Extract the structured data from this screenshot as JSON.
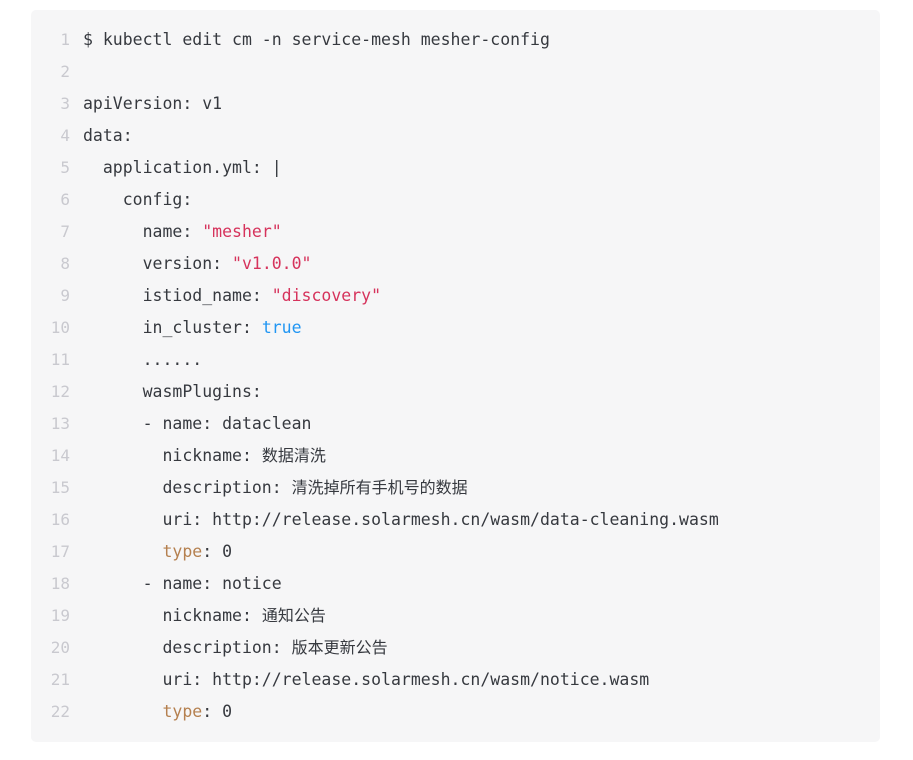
{
  "code_block": {
    "language": "yaml",
    "background_color": "#f6f6f7",
    "text_color": "#36393f",
    "line_number_color": "#c9c9cf",
    "token_colors": {
      "string": "#d6335c",
      "boolean": "#2196f3",
      "highlighted_key": "#b5804f",
      "plain": "#36393f"
    },
    "first_line_number": 1,
    "last_line_number": 22,
    "total_lines": 22,
    "lines": [
      {
        "number": "1",
        "text": "$ kubectl edit cm -n service-mesh mesher-config",
        "tokens": [
          {
            "t": "$ kubectl edit cm -n service-mesh mesher-config",
            "c": "plain"
          }
        ]
      },
      {
        "number": "2",
        "text": "",
        "tokens": []
      },
      {
        "number": "3",
        "text": "apiVersion: v1",
        "tokens": [
          {
            "t": "apiVersion: v1",
            "c": "plain"
          }
        ]
      },
      {
        "number": "4",
        "text": "data:",
        "tokens": [
          {
            "t": "data:",
            "c": "plain"
          }
        ]
      },
      {
        "number": "5",
        "text": "  application.yml: |",
        "tokens": [
          {
            "t": "  application.yml: |",
            "c": "plain"
          }
        ]
      },
      {
        "number": "6",
        "text": "    config:",
        "tokens": [
          {
            "t": "    config:",
            "c": "plain"
          }
        ]
      },
      {
        "number": "7",
        "text": "      name: \"mesher\"",
        "tokens": [
          {
            "t": "      name: ",
            "c": "plain"
          },
          {
            "t": "\"mesher\"",
            "c": "string"
          }
        ]
      },
      {
        "number": "8",
        "text": "      version: \"v1.0.0\"",
        "tokens": [
          {
            "t": "      version: ",
            "c": "plain"
          },
          {
            "t": "\"v1.0.0\"",
            "c": "string"
          }
        ]
      },
      {
        "number": "9",
        "text": "      istiod_name: \"discovery\"",
        "tokens": [
          {
            "t": "      istiod_name: ",
            "c": "plain"
          },
          {
            "t": "\"discovery\"",
            "c": "string"
          }
        ]
      },
      {
        "number": "10",
        "text": "      in_cluster: true",
        "tokens": [
          {
            "t": "      in_cluster: ",
            "c": "plain"
          },
          {
            "t": "true",
            "c": "boolean"
          }
        ]
      },
      {
        "number": "11",
        "text": "      ......",
        "tokens": [
          {
            "t": "      ......",
            "c": "plain"
          }
        ]
      },
      {
        "number": "12",
        "text": "      wasmPlugins:",
        "tokens": [
          {
            "t": "      wasmPlugins:",
            "c": "plain"
          }
        ]
      },
      {
        "number": "13",
        "text": "      - name: dataclean",
        "tokens": [
          {
            "t": "      - name: dataclean",
            "c": "plain"
          }
        ]
      },
      {
        "number": "14",
        "text": "        nickname: 数据清洗",
        "tokens": [
          {
            "t": "        nickname: ",
            "c": "plain"
          },
          {
            "t": "数据清洗",
            "c": "cjk"
          }
        ]
      },
      {
        "number": "15",
        "text": "        description: 清洗掉所有手机号的数据",
        "tokens": [
          {
            "t": "        description: ",
            "c": "plain"
          },
          {
            "t": "清洗掉所有手机号的数据",
            "c": "cjk"
          }
        ]
      },
      {
        "number": "16",
        "text": "        uri: http://release.solarmesh.cn/wasm/data-cleaning.wasm",
        "tokens": [
          {
            "t": "        uri: http://release.solarmesh.cn/wasm/data-cleaning.wasm",
            "c": "plain"
          }
        ]
      },
      {
        "number": "17",
        "text": "        type: 0",
        "tokens": [
          {
            "t": "        ",
            "c": "plain"
          },
          {
            "t": "type",
            "c": "highlighted_key"
          },
          {
            "t": ": 0",
            "c": "plain"
          }
        ]
      },
      {
        "number": "18",
        "text": "      - name: notice",
        "tokens": [
          {
            "t": "      - name: notice",
            "c": "plain"
          }
        ]
      },
      {
        "number": "19",
        "text": "        nickname: 通知公告",
        "tokens": [
          {
            "t": "        nickname: ",
            "c": "plain"
          },
          {
            "t": "通知公告",
            "c": "cjk"
          }
        ]
      },
      {
        "number": "20",
        "text": "        description: 版本更新公告",
        "tokens": [
          {
            "t": "        description: ",
            "c": "plain"
          },
          {
            "t": "版本更新公告",
            "c": "cjk"
          }
        ]
      },
      {
        "number": "21",
        "text": "        uri: http://release.solarmesh.cn/wasm/notice.wasm",
        "tokens": [
          {
            "t": "        uri: http://release.solarmesh.cn/wasm/notice.wasm",
            "c": "plain"
          }
        ]
      },
      {
        "number": "22",
        "text": "        type: 0",
        "tokens": [
          {
            "t": "        ",
            "c": "plain"
          },
          {
            "t": "type",
            "c": "highlighted_key"
          },
          {
            "t": ": 0",
            "c": "plain"
          }
        ]
      }
    ]
  }
}
